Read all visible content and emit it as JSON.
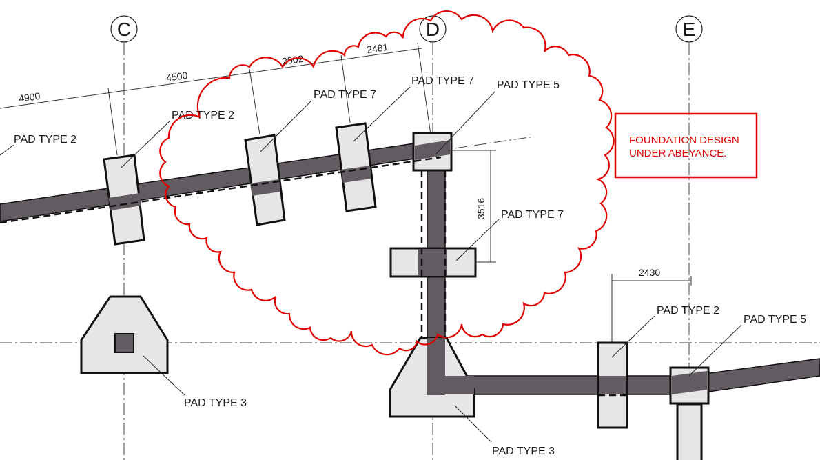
{
  "grid": {
    "c": "C",
    "d": "D",
    "e": "E"
  },
  "dimensions": {
    "d4900": "4900",
    "d4500": "4500",
    "d2902": "2902",
    "d2481": "2481",
    "d3516": "3516",
    "d2430": "2430"
  },
  "labels": {
    "pad_type_2_left": "PAD TYPE 2",
    "pad_type_2_c": "PAD TYPE 2",
    "pad_type_7_a": "PAD TYPE 7",
    "pad_type_7_b": "PAD TYPE 7",
    "pad_type_5_d": "PAD TYPE 5",
    "pad_type_7_d": "PAD TYPE 7",
    "pad_type_3_c": "PAD TYPE 3",
    "pad_type_3_d": "PAD TYPE 3",
    "pad_type_2_right": "PAD TYPE 2",
    "pad_type_5_e": "PAD TYPE 5"
  },
  "note": {
    "line1": "FOUNDATION DESIGN",
    "line2": "UNDER ABEYANCE."
  },
  "colors": {
    "revision_cloud": "#e00000",
    "beam": "#625b62",
    "pad_fill": "#e6e6e6"
  }
}
